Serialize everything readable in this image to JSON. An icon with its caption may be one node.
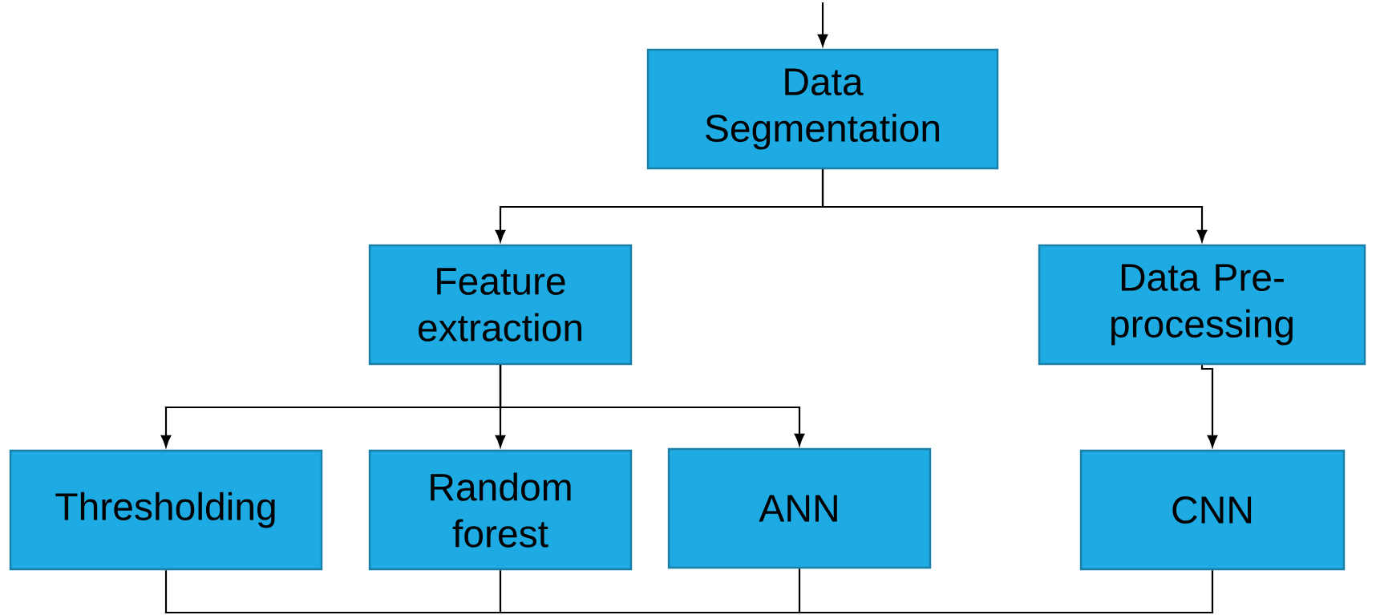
{
  "diagram": {
    "nodes": [
      {
        "text": [
          "Data Segmentation"
        ]
      },
      {
        "text": [
          "Feature extraction"
        ]
      },
      {
        "text": [
          "Data Pre-processing"
        ]
      },
      {
        "text": [
          "Thresholding"
        ]
      },
      {
        "text": [
          "Random forest"
        ]
      },
      {
        "text": [
          "ANN"
        ]
      },
      {
        "text": [
          "CNN"
        ]
      }
    ],
    "edges": [
      {
        "from": null,
        "to": 0,
        "arrow": "to"
      },
      {
        "from": 0,
        "to": 1,
        "arrow": "to"
      },
      {
        "from": 0,
        "to": 2,
        "arrow": "to"
      },
      {
        "from": 1,
        "to": 3,
        "arrow": "to"
      },
      {
        "from": 1,
        "to": 4,
        "arrow": "to"
      },
      {
        "from": 1,
        "to": 5,
        "arrow": "to"
      },
      {
        "from": 2,
        "to": 6,
        "arrow": "to"
      },
      {
        "from": 3,
        "to": null,
        "arrow": "none"
      },
      {
        "from": 4,
        "to": null,
        "arrow": "none"
      },
      {
        "from": 5,
        "to": null,
        "arrow": "none"
      },
      {
        "from": 6,
        "to": null,
        "arrow": "none"
      }
    ]
  }
}
